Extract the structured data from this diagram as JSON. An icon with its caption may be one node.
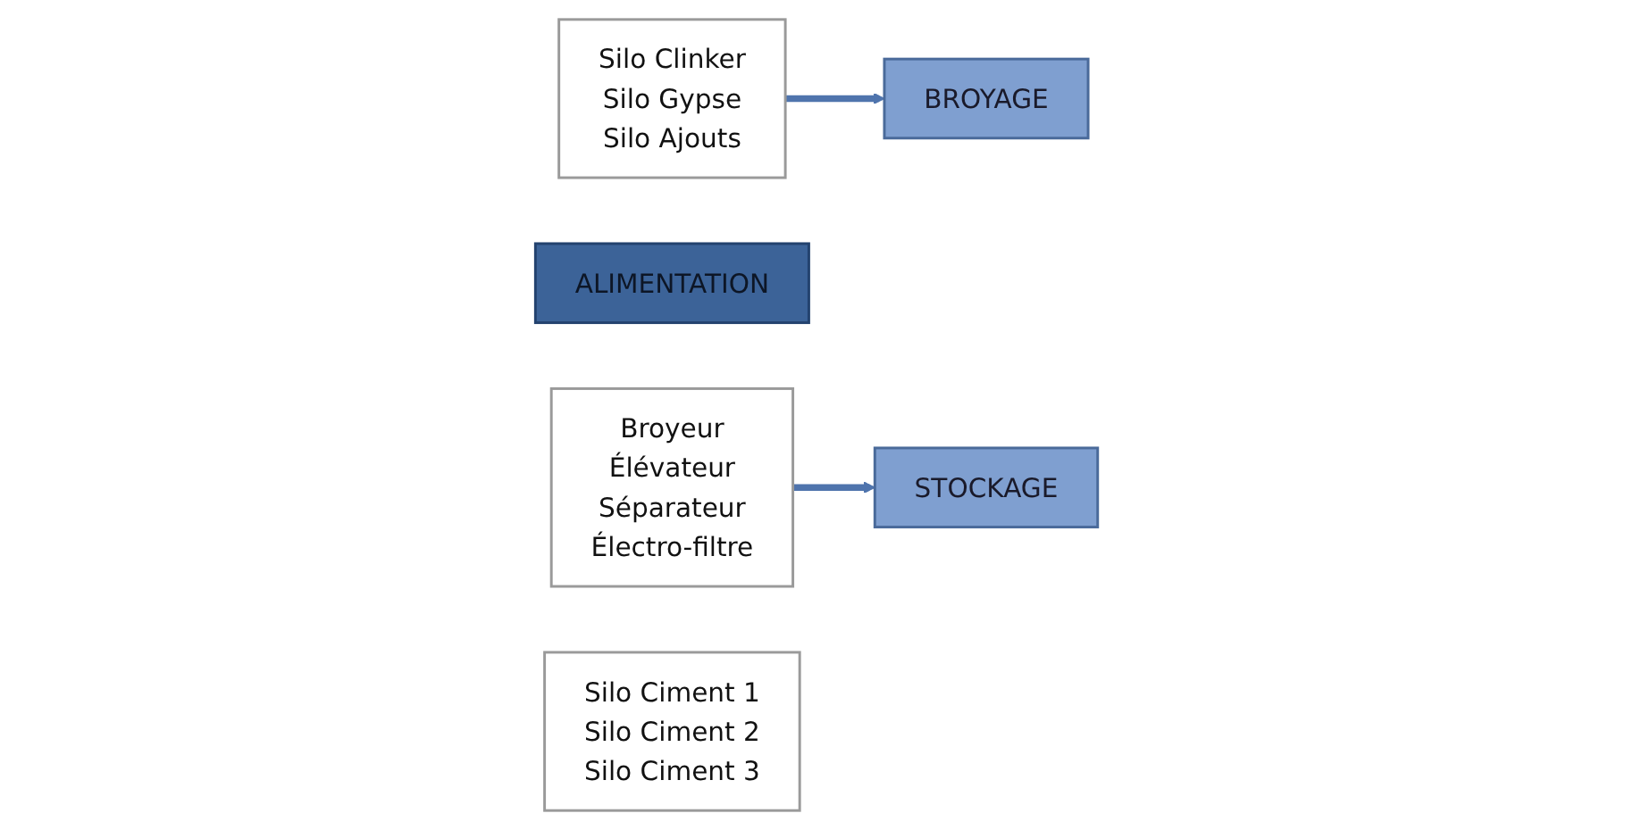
{
  "diagram": {
    "nodes": [
      {
        "text": [
          "Silo Clinker",
          "Silo Gypse",
          "Silo Ajouts"
        ]
      },
      {
        "text": [
          "ALIMENTATION"
        ]
      },
      {
        "text": [
          "BROYAGE"
        ]
      },
      {
        "text": [
          "Broyeur",
          "Élévateur",
          "Séparateur",
          "Électro-filtre"
        ]
      },
      {
        "text": [
          "Silo Ciment 1",
          "Silo Ciment 2",
          "Silo Ciment 3"
        ]
      },
      {
        "text": [
          "STOCKAGE"
        ]
      }
    ],
    "edges": [
      {
        "from": 0,
        "to": 2,
        "arrow": "to"
      },
      {
        "from": 3,
        "to": 5,
        "arrow": "to"
      }
    ]
  }
}
